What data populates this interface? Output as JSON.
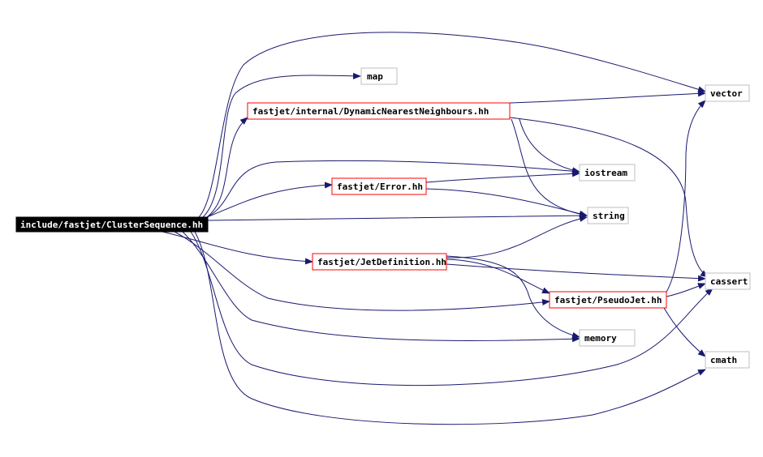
{
  "graph": {
    "colors": {
      "edge": "#191970",
      "local_border": "#ff0000",
      "system_border": "#bfbfbf",
      "root_fill": "#000000"
    },
    "nodes": {
      "root": "include/fastjet/ClusterSequence.hh",
      "dnn": "fastjet/internal/DynamicNearestNeighbours.hh",
      "error": "fastjet/Error.hh",
      "jetdef": "fastjet/JetDefinition.hh",
      "pseudojet": "fastjet/PseudoJet.hh",
      "map": "map",
      "vector": "vector",
      "iostream": "iostream",
      "string": "string",
      "cassert": "cassert",
      "memory": "memory",
      "cmath": "cmath"
    }
  }
}
